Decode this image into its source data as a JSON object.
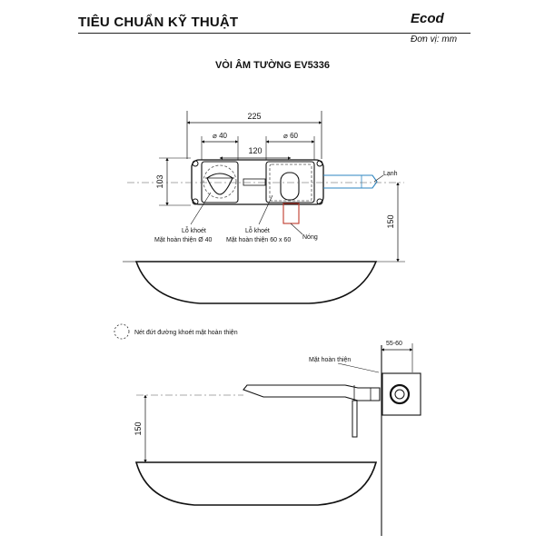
{
  "header": {
    "title": "TIÊU CHUẨN KỸ THUẬT",
    "brand": "Ecod",
    "unit": "Đơn vị: mm"
  },
  "drawing_title": "VÒI ÂM TƯỜNG EV5336",
  "front_view": {
    "dim_total_width": "225",
    "dim_d40": "⌀ 40",
    "dim_d60": "⌀ 60",
    "dim_spacing": "120",
    "dim_height": "103",
    "dim_spout_height": "150",
    "label_cold": "Lạnh",
    "label_hot": "Nóng",
    "hole1_line1": "Lỗ khoét",
    "hole1_line2": "Mặt hoàn thiện Ø 40",
    "hole2_line1": "Lỗ khoét",
    "hole2_line2": "Mặt hoàn thiện 60 x 60"
  },
  "legend": {
    "text": "Nét đứt đường khoét mặt hoàn thiện"
  },
  "side_view": {
    "label_finish": "Mặt hoàn thiện",
    "dim_depth": "55-60",
    "dim_spout_height": "150"
  }
}
